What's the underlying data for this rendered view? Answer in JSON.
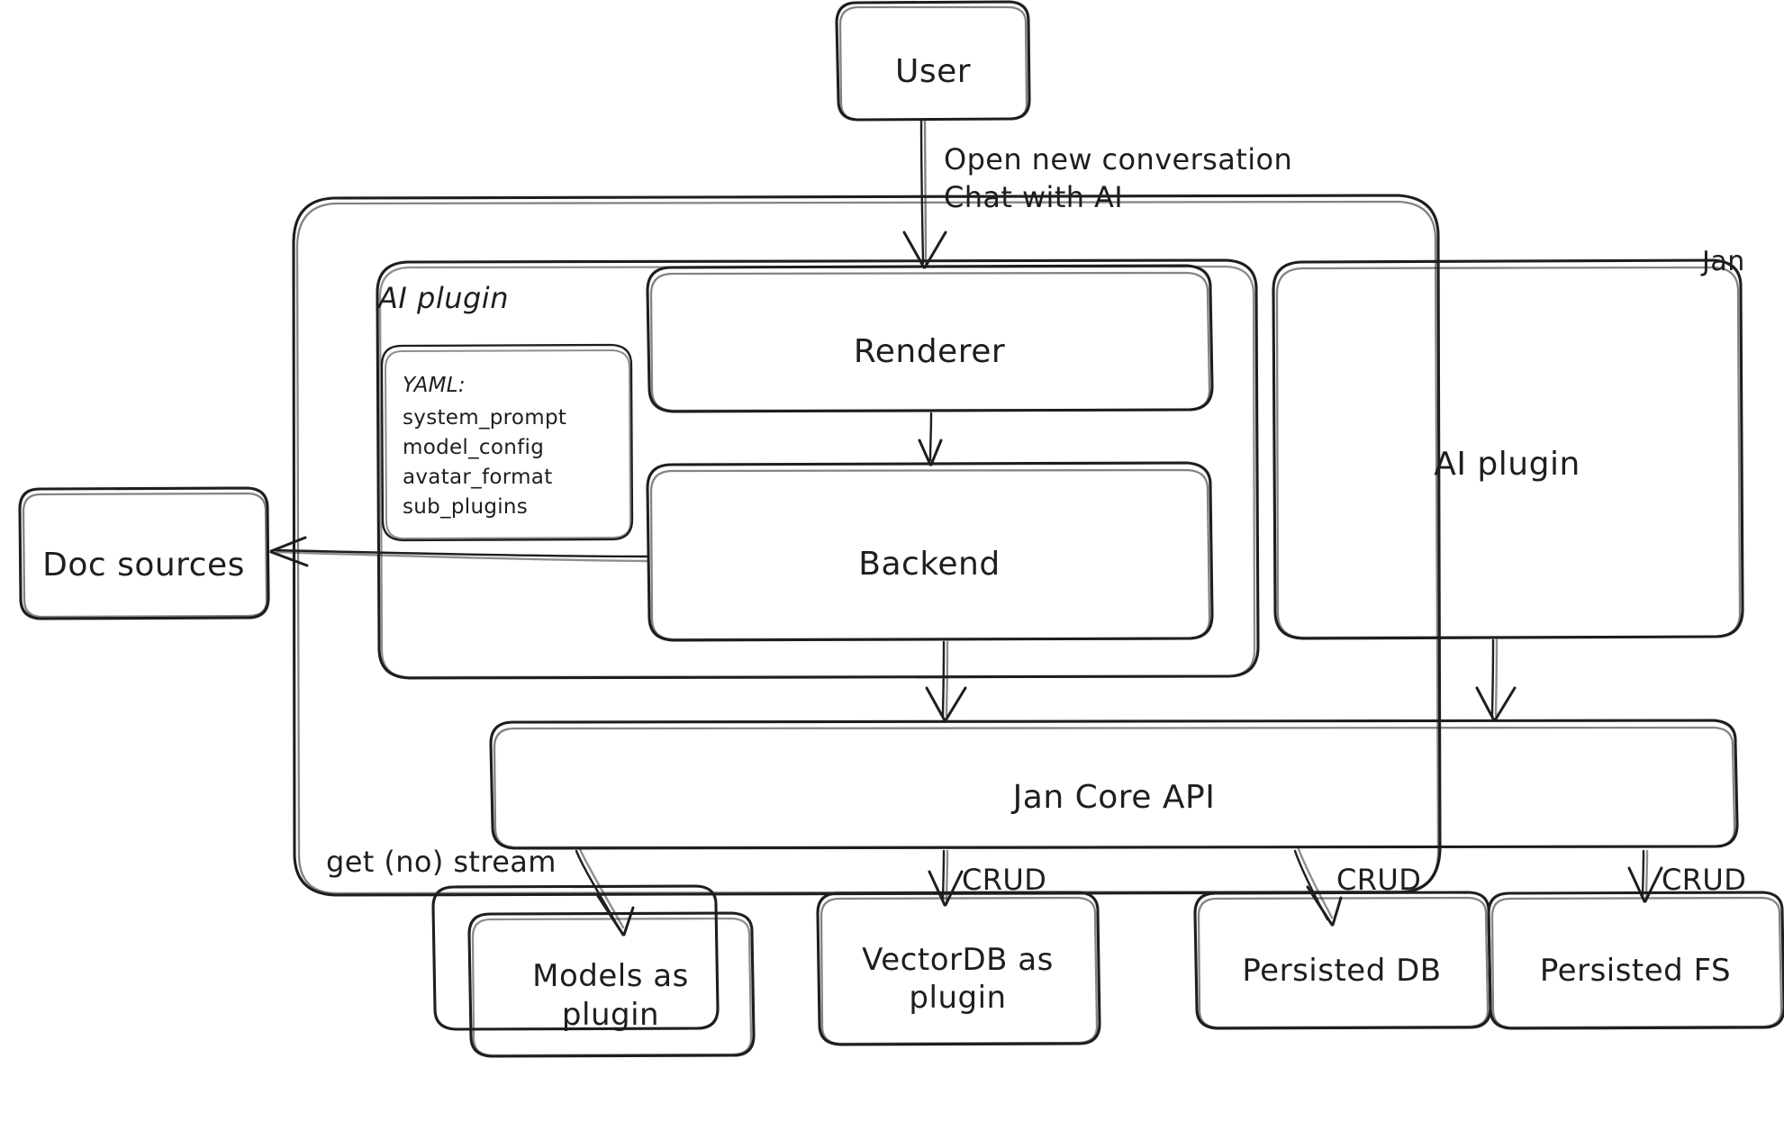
{
  "diagram": {
    "title": "Jan architecture diagram",
    "style": "hand-drawn sketch",
    "stroke_color": "#1e1e1e",
    "background_color": "#ffffff"
  },
  "nodes": {
    "user": {
      "label": "User"
    },
    "doc_sources": {
      "label": "Doc sources"
    },
    "renderer": {
      "label": "Renderer"
    },
    "backend": {
      "label": "Backend"
    },
    "ai_plugin_right": {
      "label": "AI plugin"
    },
    "jan_core_api": {
      "label": "Jan Core API"
    },
    "models_as_plugin": {
      "label": "Models as\nplugin"
    },
    "vectordb_as_plugin": {
      "label": "VectorDB as\nplugin"
    },
    "persisted_db": {
      "label": "Persisted DB"
    },
    "persisted_fs": {
      "label": "Persisted FS"
    }
  },
  "containers": {
    "jan": {
      "label": "Jan"
    },
    "ai_plugin_group": {
      "label": "AI plugin"
    }
  },
  "yaml_box": {
    "header": "YAML:",
    "items": [
      "system_prompt",
      "model_config",
      "avatar_format",
      "sub_plugins"
    ]
  },
  "edges": [
    {
      "id": "user-to-renderer",
      "label": "Open new conversation\nChat with AI",
      "from": "user",
      "to": "renderer"
    },
    {
      "id": "renderer-to-backend",
      "label": "",
      "from": "renderer",
      "to": "backend"
    },
    {
      "id": "backend-to-doc-sources",
      "label": "",
      "from": "backend",
      "to": "doc_sources"
    },
    {
      "id": "backend-to-core-api",
      "label": "",
      "from": "backend",
      "to": "jan_core_api"
    },
    {
      "id": "ai-plugin-to-core-api",
      "label": "",
      "from": "ai_plugin_right",
      "to": "jan_core_api"
    },
    {
      "id": "core-api-to-models",
      "label": "get (no) stream",
      "from": "jan_core_api",
      "to": "models_as_plugin"
    },
    {
      "id": "core-api-to-vectordb",
      "label": "CRUD",
      "from": "jan_core_api",
      "to": "vectordb_as_plugin"
    },
    {
      "id": "core-api-to-persisted-db",
      "label": "CRUD",
      "from": "jan_core_api",
      "to": "persisted_db"
    },
    {
      "id": "core-api-to-persisted-fs",
      "label": "CRUD",
      "from": "jan_core_api",
      "to": "persisted_fs"
    }
  ]
}
